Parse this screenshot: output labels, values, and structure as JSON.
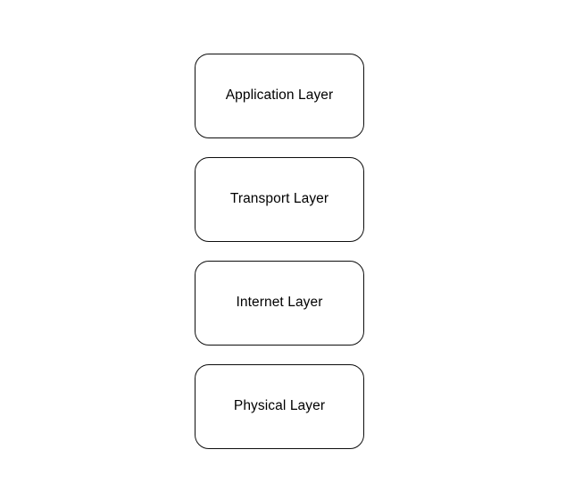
{
  "diagram": {
    "type": "stacked-layer-diagram",
    "nodes": [
      {
        "label": "Application Layer"
      },
      {
        "label": "Transport Layer"
      },
      {
        "label": "Internet Layer"
      },
      {
        "label": "Physical Layer"
      }
    ],
    "colors": {
      "background": "#ffffff",
      "node_fill": "#ffffff",
      "node_border": "#0d0d0d",
      "text": "#000000"
    }
  }
}
